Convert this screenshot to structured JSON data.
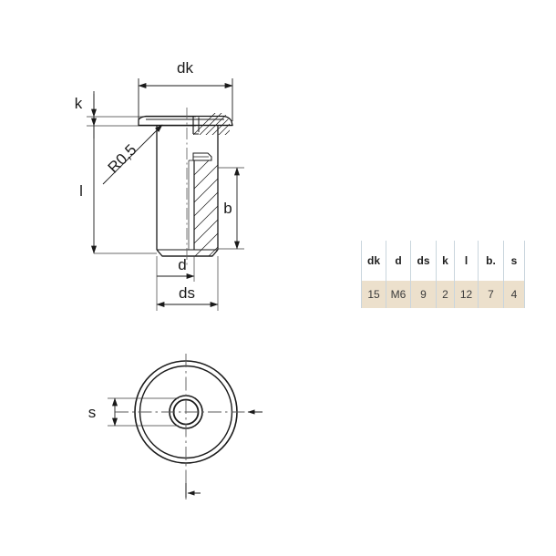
{
  "drawing": {
    "title": "flat-head-socket-screw-technical-drawing",
    "views": {
      "side_section": {
        "name": "side-sectional-view",
        "dimension_labels": [
          {
            "key": "dk",
            "text": "dk",
            "meaning": "head-diameter"
          },
          {
            "key": "k",
            "text": "k",
            "meaning": "head-height"
          },
          {
            "key": "l",
            "text": "l",
            "meaning": "overall-length"
          },
          {
            "key": "b",
            "text": "b",
            "meaning": "thread-length"
          },
          {
            "key": "d",
            "text": "d",
            "meaning": "thread-diameter"
          },
          {
            "key": "ds",
            "text": "ds",
            "meaning": "shank-diameter"
          },
          {
            "key": "R0.5",
            "text": "R0,5",
            "meaning": "fillet-radius"
          }
        ]
      },
      "bottom_view": {
        "name": "end-view",
        "dimension_labels": [
          {
            "key": "s",
            "text": "s",
            "meaning": "socket-width-across-flats"
          }
        ]
      }
    }
  },
  "spec_table": {
    "name": "dimension-table",
    "headers": [
      "dk",
      "d",
      "ds",
      "k",
      "l",
      "b.",
      "s"
    ],
    "rows": [
      [
        "15",
        "M6",
        "9",
        "2",
        "12",
        "7",
        "4"
      ]
    ],
    "colors": {
      "header_bg": "#ffffff",
      "data_bg": "#ece0cc",
      "border": "#c9d5dd",
      "text": "#1d1d1d"
    }
  },
  "colors": {
    "background": "#ffffff",
    "line": "#1a1a1a",
    "thin_line": "#5a5a5a"
  }
}
